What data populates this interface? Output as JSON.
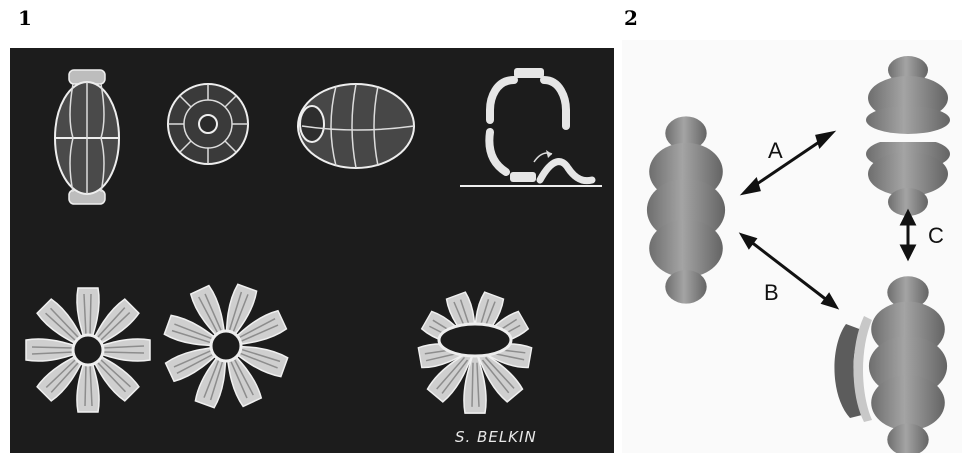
{
  "figure": {
    "panel1": {
      "number": "1",
      "signature": "S. BELKIN",
      "drawings": [
        "closed-particle-side",
        "closed-particle-top",
        "closed-particle-oblique",
        "half-section-schematic",
        "open-flower-1",
        "open-flower-2",
        "open-flower-3"
      ]
    },
    "panel2": {
      "number": "2",
      "labels": {
        "a": "A",
        "b": "B",
        "c": "C"
      },
      "models": [
        "closed-vault",
        "split-halves",
        "opening-vault"
      ]
    }
  },
  "colors": {
    "panel1_background": "#1c1c1c",
    "drawing_line": "#e6e6e6",
    "model_fill": "#8a8a8a",
    "model_shadow": "#5c5c5c",
    "arrow": "#111111"
  }
}
